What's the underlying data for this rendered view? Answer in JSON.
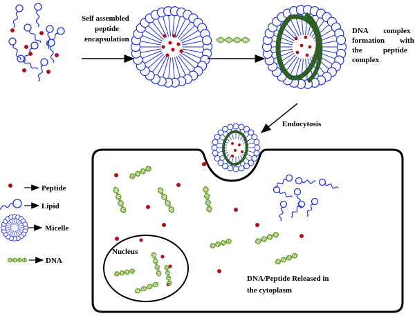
{
  "labels": {
    "step1_line1": "Self assembled",
    "step1_line2": "peptide",
    "step1_line3": "encapsulation",
    "step2_line1": "DNA        complex",
    "step2_line2": "formation        with",
    "step2_line3": "the           peptide",
    "step2_line4": "complex",
    "endocytosis": "Endocytosis",
    "nucleus": "Nucleus",
    "released_line1": "DNA/Peptide Released in",
    "released_line2": "the cytoplasm"
  },
  "legend": {
    "peptide": "Peptide",
    "lipid": "Lipid",
    "micelle": "Micelle",
    "dna": "DNA"
  },
  "colors": {
    "lipid": "#1f2fd6",
    "peptide": "#b0101a",
    "dna": "#6aa02a",
    "dna_complex": "#2f5e26",
    "outline": "#000000"
  }
}
